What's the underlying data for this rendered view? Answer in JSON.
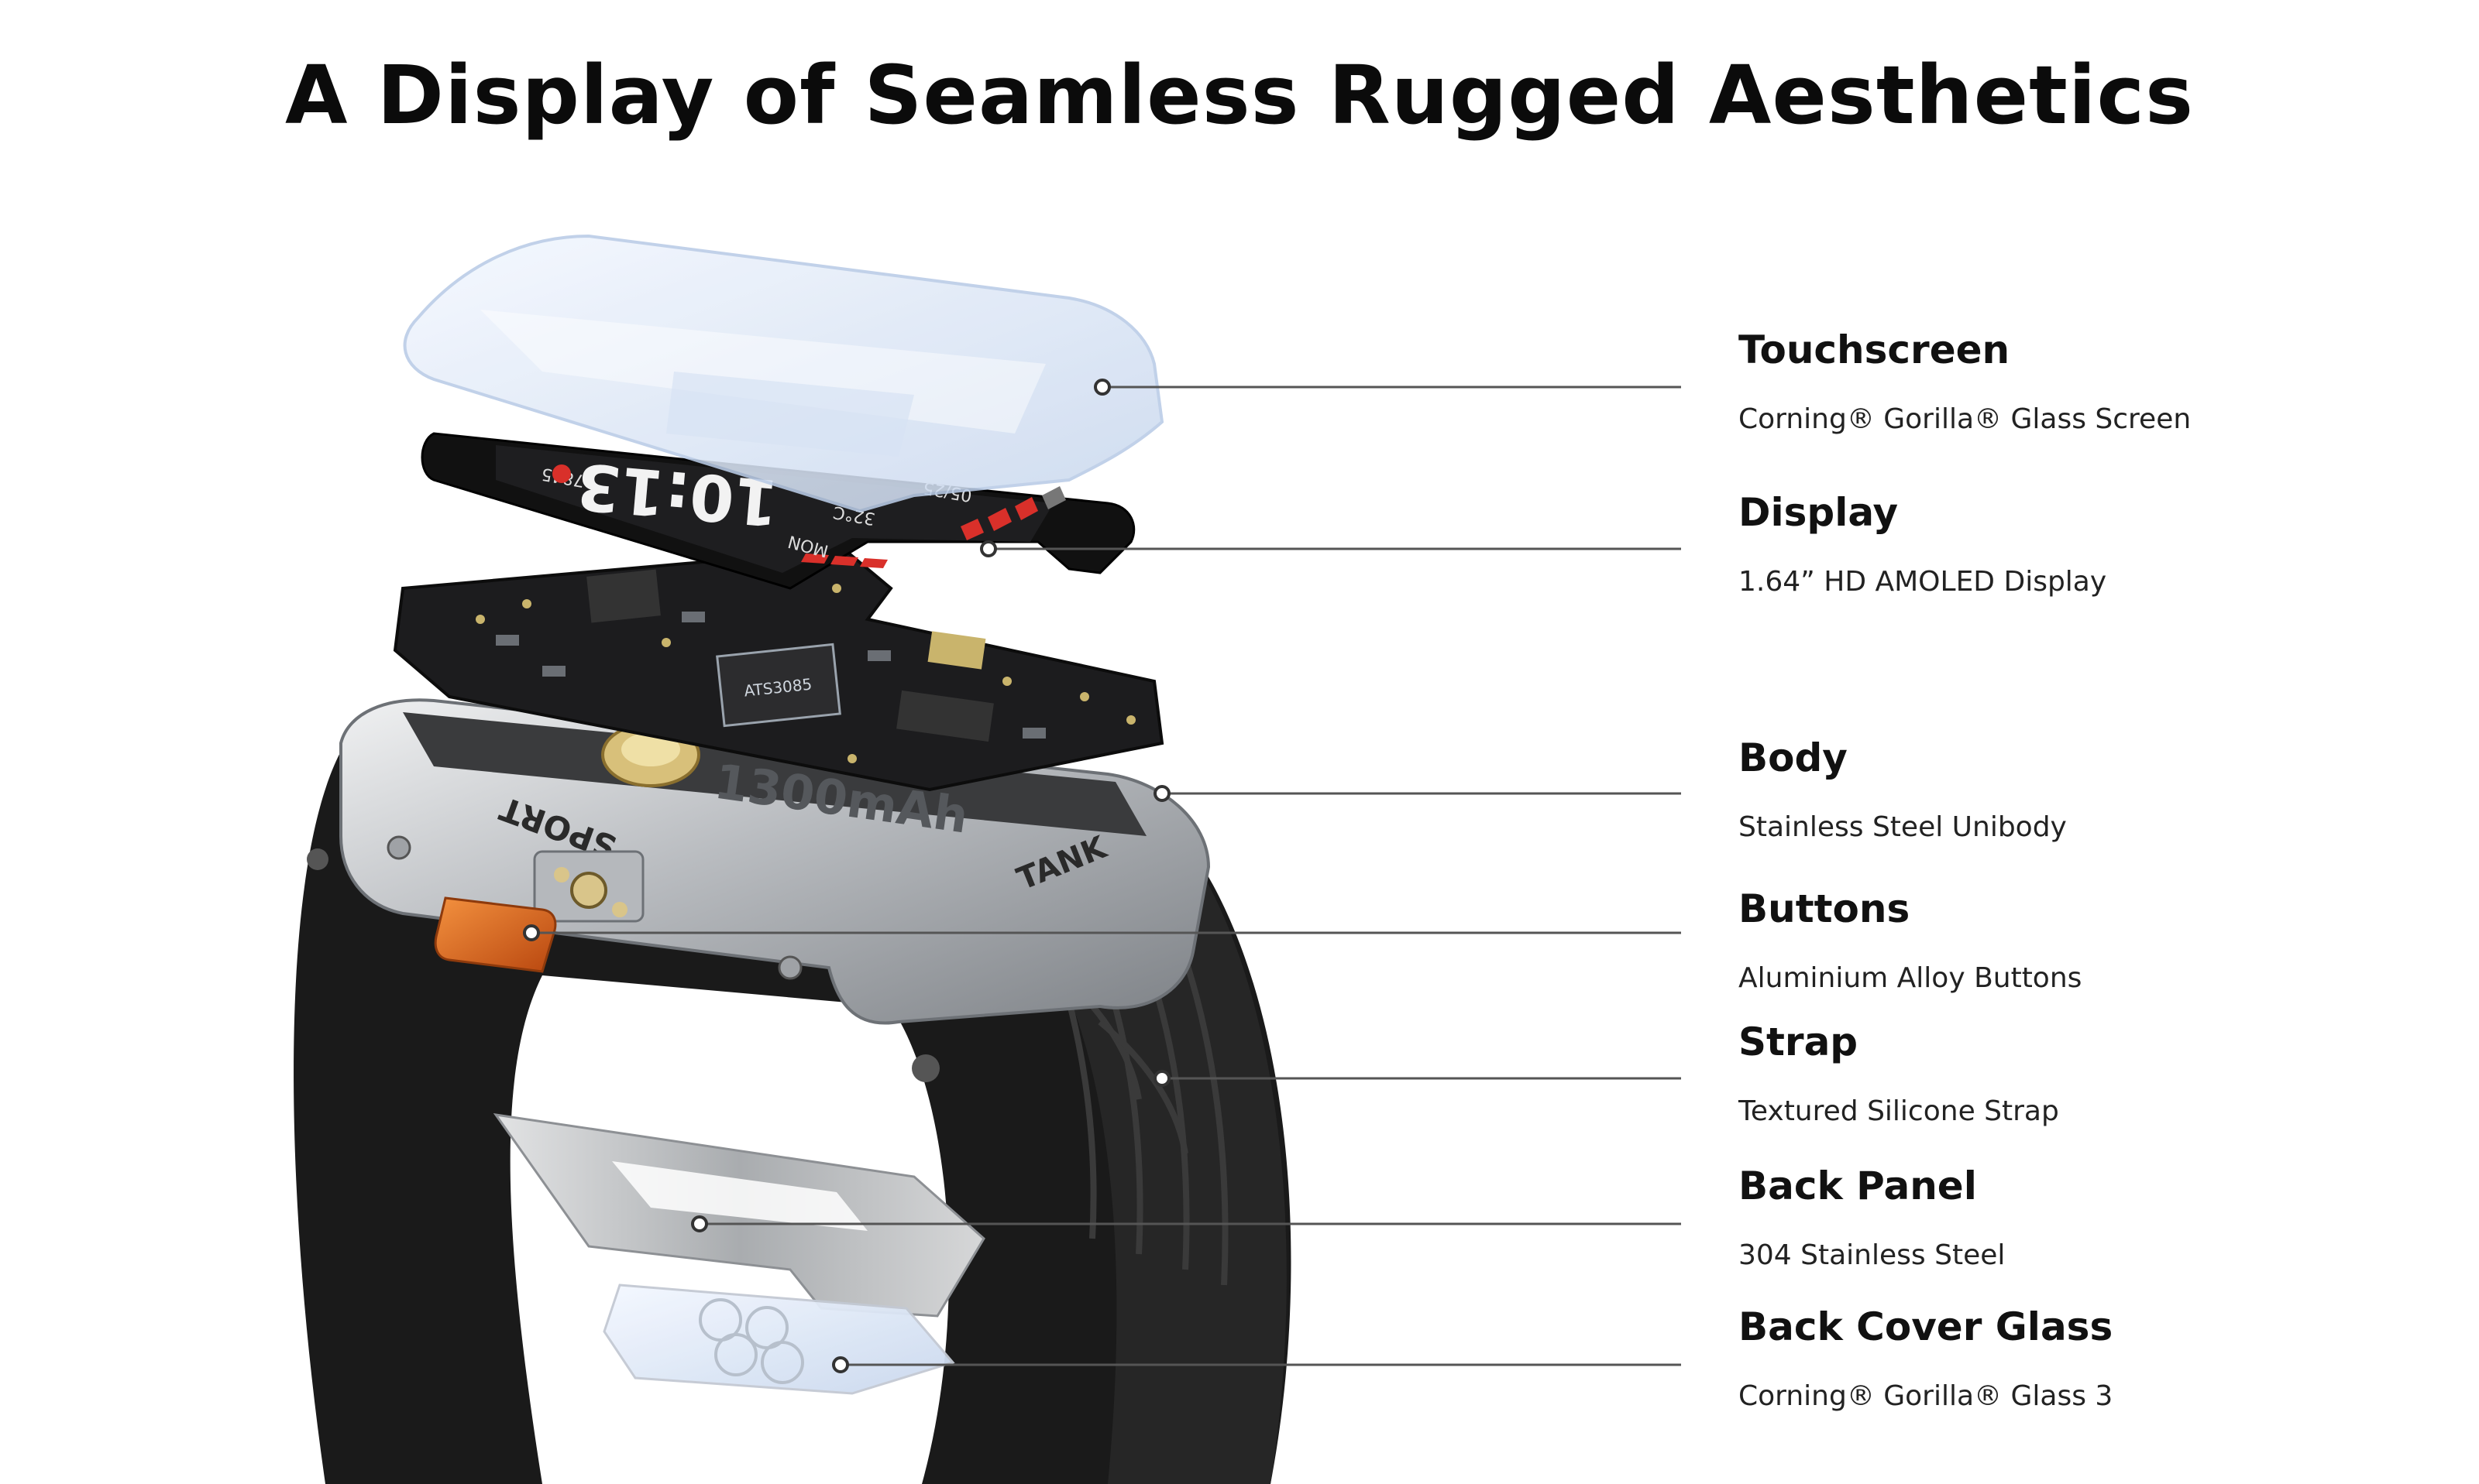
{
  "page": {
    "title": "A Display of Seamless Rugged Aesthetics"
  },
  "device_print": {
    "sport": "SPORT",
    "tank": "TANK",
    "body_engraving": "1300mAh",
    "screen_time": "10:13",
    "screen_steps": "7845",
    "screen_temp": "32°C",
    "screen_day": "MON",
    "screen_date": "05/25",
    "chip_brand": "ATS3085"
  },
  "parts": [
    {
      "name": "Touchscreen",
      "desc": "Corning® Gorilla® Glass Screen"
    },
    {
      "name": "Display",
      "desc": "1.64” HD AMOLED Display"
    },
    {
      "name": "Body",
      "desc": "Stainless Steel Unibody"
    },
    {
      "name": "Buttons",
      "desc": "Aluminium Alloy Buttons"
    },
    {
      "name": "Strap",
      "desc": "Textured Silicone Strap"
    },
    {
      "name": "Back Panel",
      "desc": "304 Stainless Steel"
    },
    {
      "name": "Back Cover Glass",
      "desc": "Corning® Gorilla® Glass 3"
    }
  ],
  "colors": {
    "text": "#111111",
    "accent_orange": "#e06a1f",
    "screen_red": "#d9302a",
    "steel": "#c7c9cc",
    "strap": "#1a1a1a",
    "pcb": "#1c1c1e"
  }
}
